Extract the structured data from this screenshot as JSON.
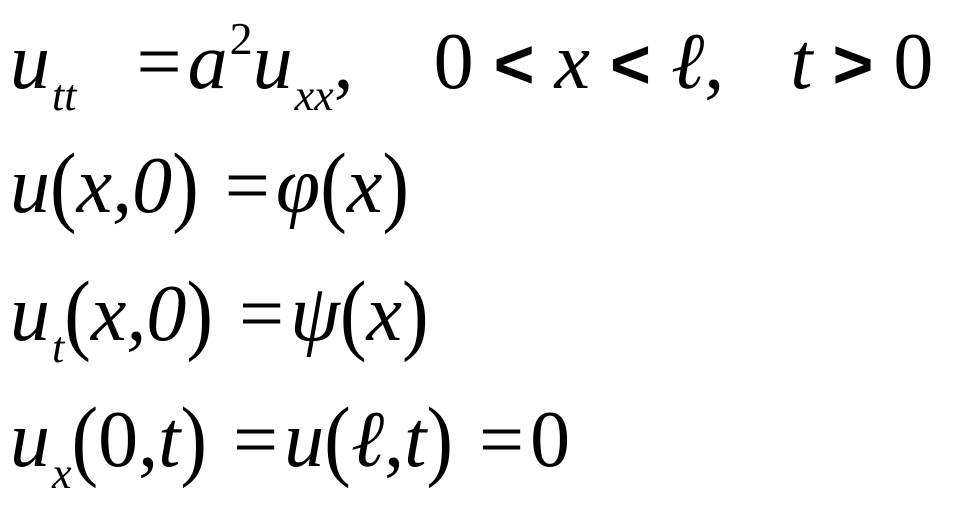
{
  "equations": {
    "wave": {
      "u": "u",
      "sub_tt": "tt",
      "equals": "=",
      "a": "a",
      "sup_2": "2",
      "u2": "u",
      "sub_xx": "xx",
      "comma": ",",
      "zero1": "0",
      "lt1": "<",
      "x": "x",
      "lt2": "<",
      "ell": "ℓ",
      "comma2": ",",
      "t": "t",
      "gt": ">",
      "zero2": "0"
    },
    "initial_displacement": {
      "u": "u",
      "lparen": "(",
      "args": "x,0",
      "rparen": ")",
      "equals": "=",
      "phi": "φ",
      "lparen2": "(",
      "x": "x",
      "rparen2": ")"
    },
    "initial_velocity": {
      "u": "u",
      "sub_t": "t",
      "lparen": "(",
      "args": "x,0",
      "rparen": ")",
      "equals": "=",
      "psi": "ψ",
      "lparen2": "(",
      "x": "x",
      "rparen2": ")"
    },
    "boundary": {
      "u": "u",
      "sub_x": "x",
      "lparen": "(",
      "args": "0,",
      "t": "t",
      "rparen": ")",
      "equals": "=",
      "u2": "u",
      "lparen2": "(",
      "ell": "ℓ",
      "comma": ",",
      "t2": "t",
      "rparen2": ")",
      "equals2": "=",
      "zero": "0"
    }
  }
}
